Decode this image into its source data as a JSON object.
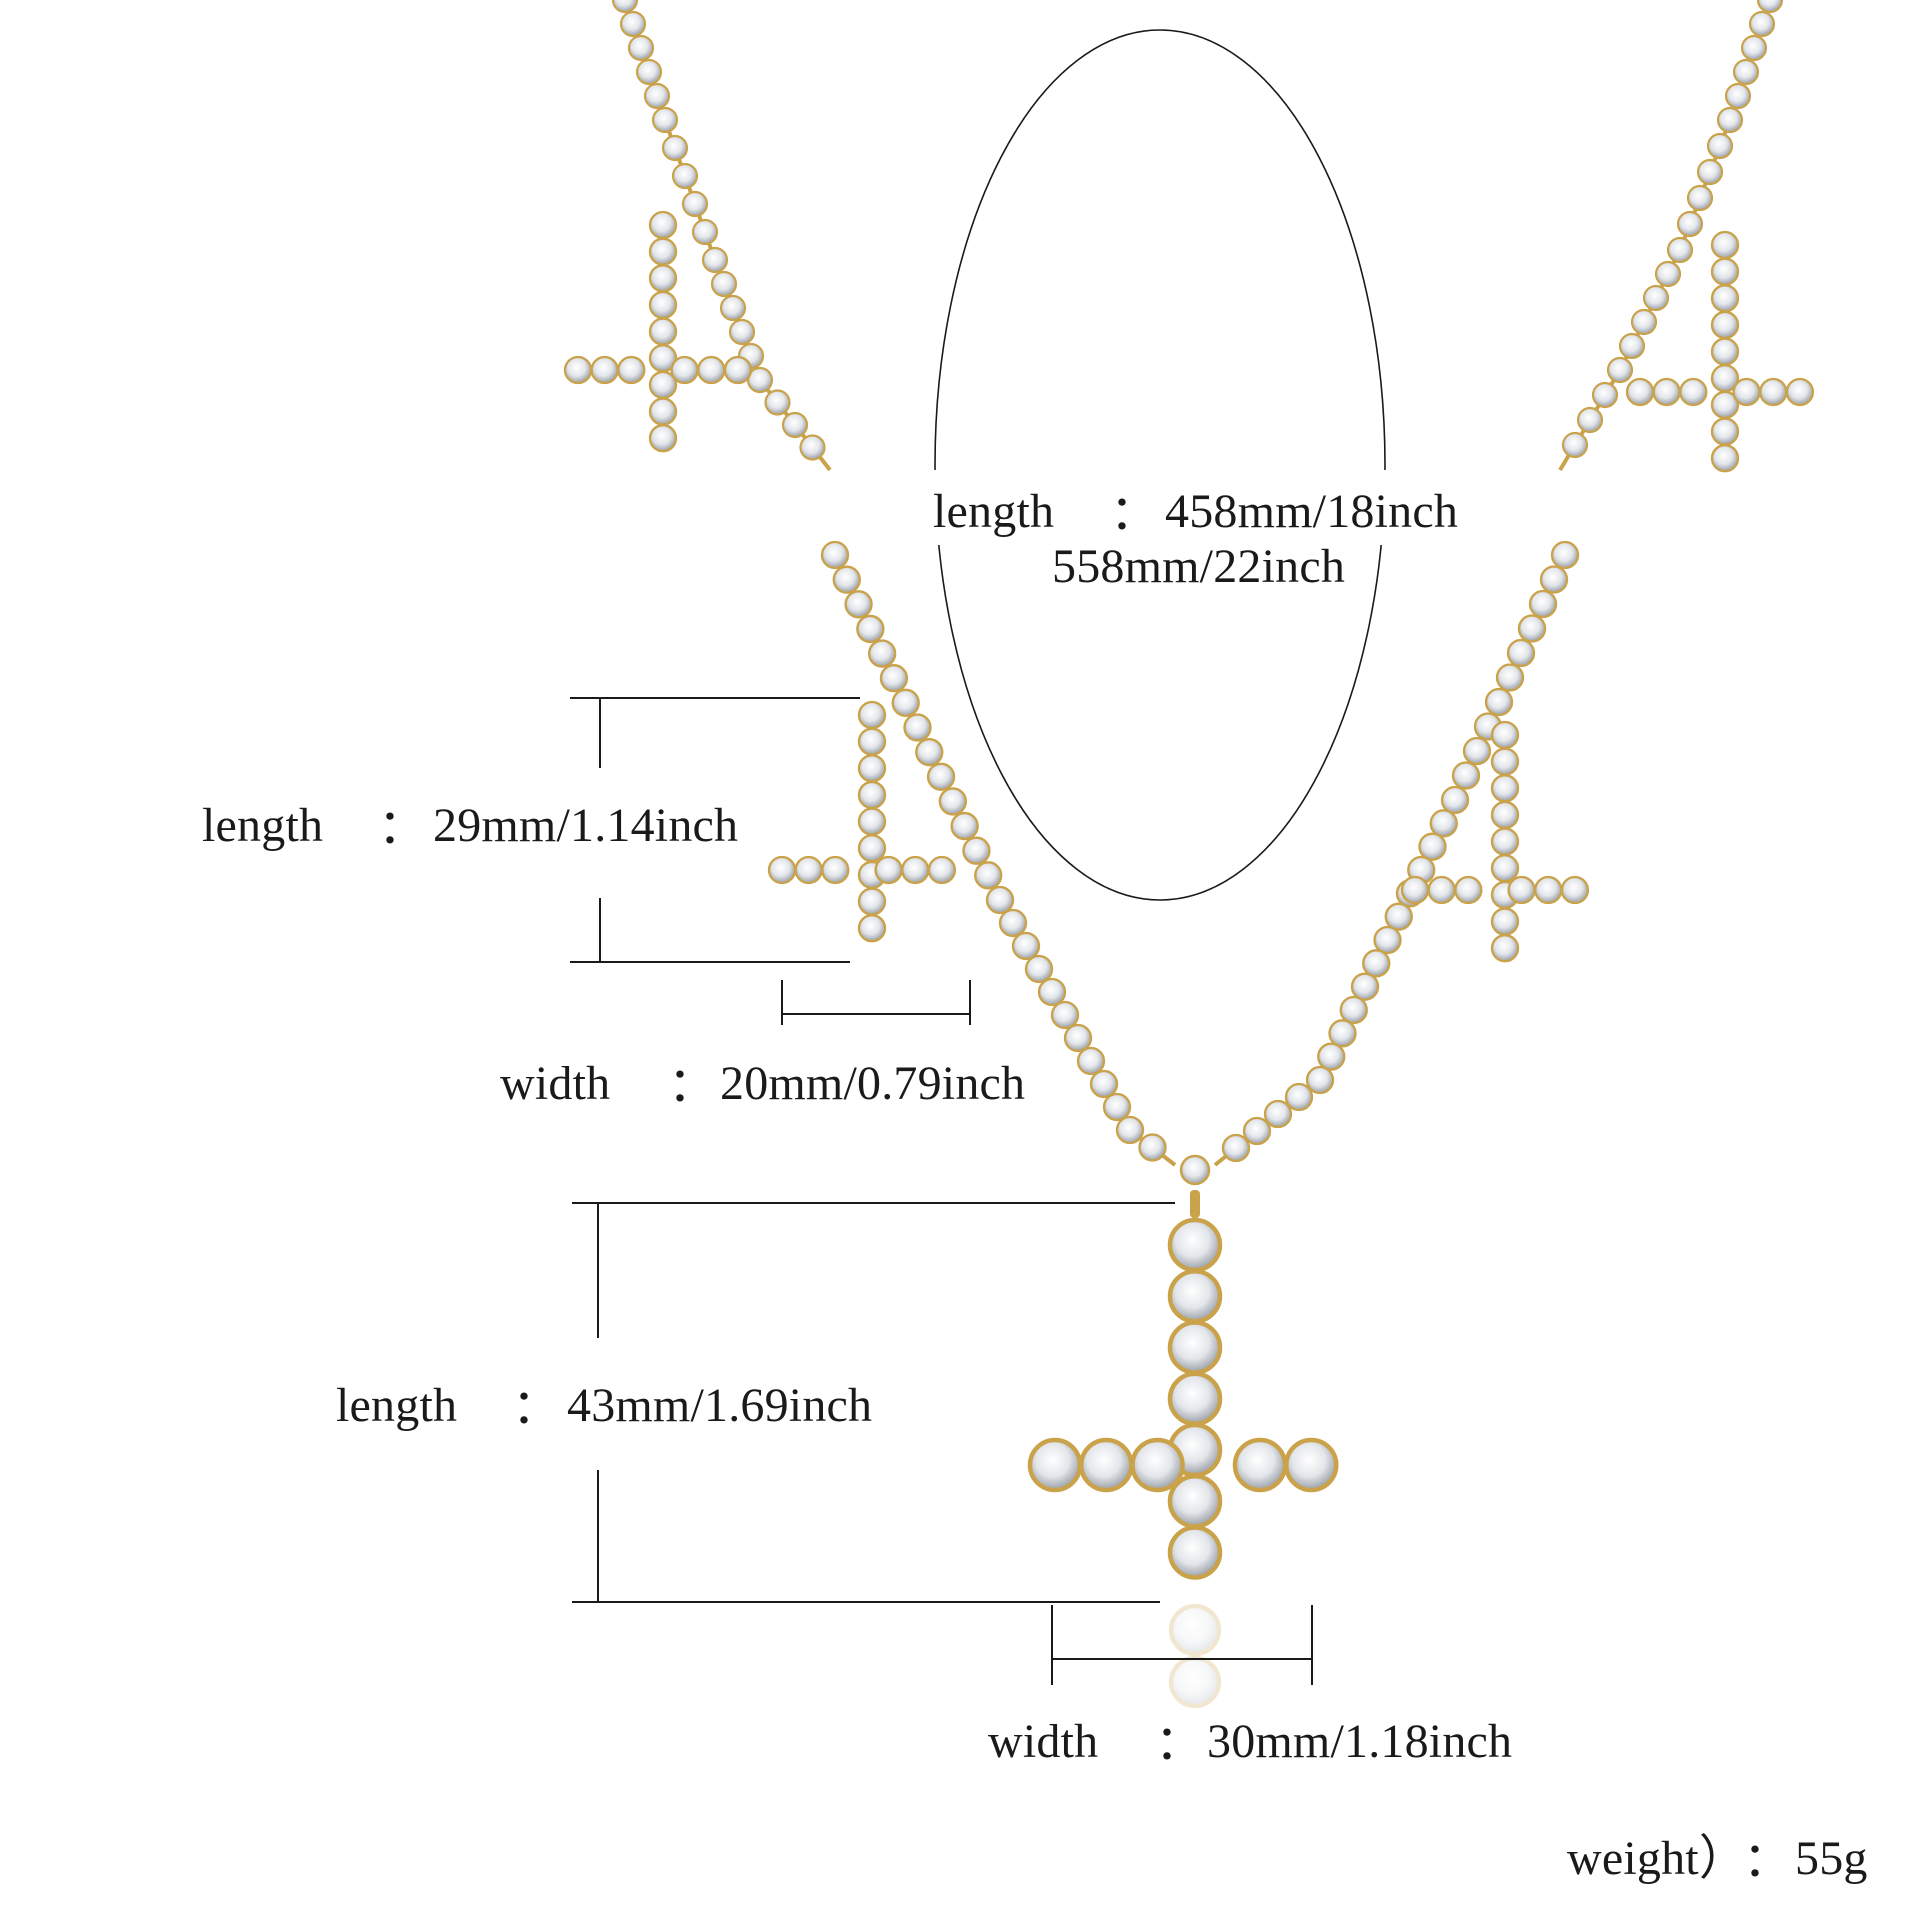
{
  "colors": {
    "background": "#ffffff",
    "gold": "#c9a24a",
    "stone": "#e3e6ea",
    "stone_shade": "#9aa0a8",
    "ink": "#1a1a1a"
  },
  "specs": {
    "chain": {
      "label": "length",
      "sep": "：",
      "value_1": "458mm/18inch",
      "value_2": "558mm/22inch"
    },
    "small_pendant_length": {
      "label": "length",
      "sep": "：",
      "value": "29mm/1.14inch"
    },
    "small_pendant_width": {
      "label": "width",
      "sep": "：",
      "value": "20mm/0.79inch"
    },
    "large_pendant_length": {
      "label": "length",
      "sep": "：",
      "value": "43mm/1.69inch"
    },
    "large_pendant_width": {
      "label": "width",
      "sep": "：",
      "value": "30mm/1.18inch"
    },
    "weight": {
      "label": "weight）",
      "sep": "：",
      "value": "55g"
    }
  }
}
